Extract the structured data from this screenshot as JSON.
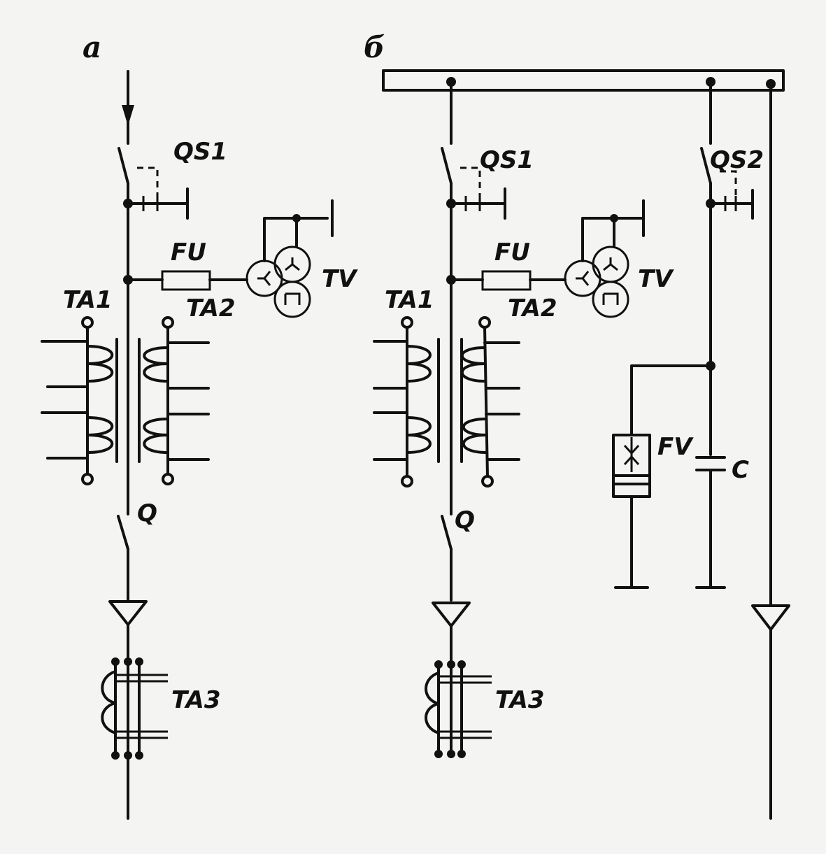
{
  "panels": {
    "a": {
      "title": "а",
      "labels": {
        "qs1": "QS1",
        "fu": "FU",
        "tv": "TV",
        "ta1": "TA1",
        "ta2": "TA2",
        "q": "Q",
        "ta3": "TA3"
      }
    },
    "b": {
      "title": "б",
      "labels": {
        "qs1": "QS1",
        "qs2": "QS2",
        "fu": "FU",
        "tv": "TV",
        "ta1": "TA1",
        "ta2": "TA2",
        "fv": "FV",
        "c": "C",
        "q": "Q",
        "ta3": "TA3"
      }
    }
  }
}
